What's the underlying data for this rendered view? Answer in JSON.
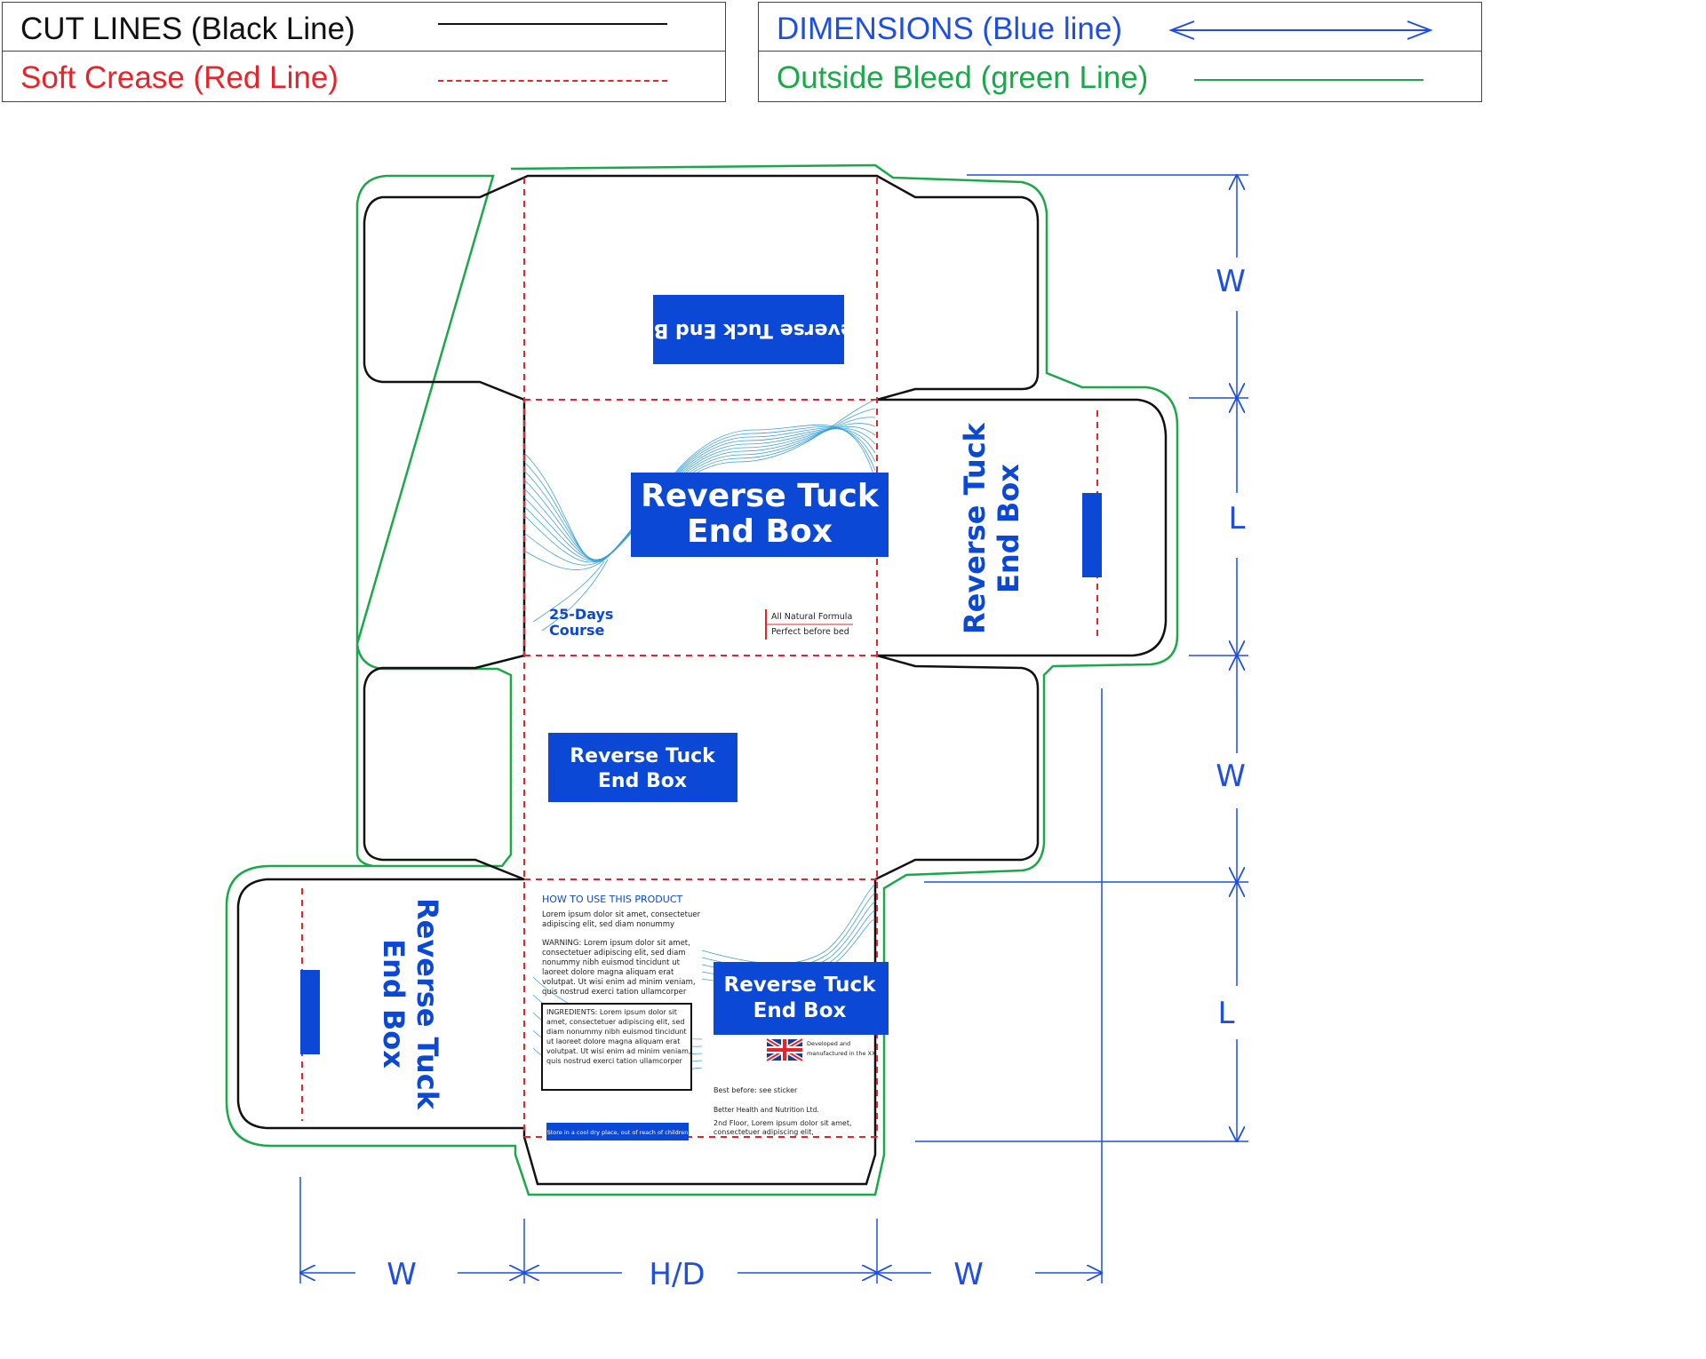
{
  "legend": {
    "cut_lines": "CUT LINES (Black Line)",
    "soft_crease": "Soft Crease (Red Line)",
    "dimensions": "DIMENSIONS (Blue line)",
    "outside_bleed": "Outside Bleed (green Line)"
  },
  "colors": {
    "cut": "#111111",
    "crease": "#e8232a",
    "dimension": "#1f4fe0",
    "bleed": "#1aa84a",
    "brand_blue": "#0b48d6"
  },
  "panels": {
    "top_tuck_title": "Reverse Tuck End Box",
    "front_title_line1": "Reverse Tuck",
    "front_title_line2": "End Box",
    "course_line1": "25-Days",
    "course_line2": "Course",
    "claim_1": "All Natural Formula",
    "claim_2": "Perfect before bed",
    "right_side_line1": "Reverse Tuck",
    "right_side_line2": "End Box",
    "back_line1": "Reverse Tuck",
    "back_line2": "End Box",
    "left_side_line1": "Reverse Tuck",
    "left_side_line2": "End Box",
    "bottom_title_line1": "Reverse Tuck",
    "bottom_title_line2": "End Box",
    "how_to_use": "HOW TO USE THIS PRODUCT",
    "how_to_text_1": "Lorem ipsum dolor sit amet, consectetuer",
    "how_to_text_2": "adipiscing elit, sed diam nonummy",
    "warning_1": "WARNING: Lorem ipsum dolor sit amet,",
    "warning_2": "consectetuer adipiscing elit, sed diam",
    "warning_3": "nonummy nibh euismod tincidunt ut",
    "warning_4": "laoreet dolore magna aliquam erat",
    "warning_5": "volutpat. Ut wisi enim ad minim veniam,",
    "warning_6": "quis nostrud exerci tation ullamcorper",
    "ingredients_1": "INGREDIENTS: Lorem ipsum dolor sit",
    "ingredients_2": "amet, consectetuer adipiscing elit, sed",
    "ingredients_3": "diam nonummy nibh euismod tincidunt",
    "ingredients_4": "ut laoreet dolore magna aliquam erat",
    "ingredients_5": "volutpat. Ut wisi enim ad minim veniam,",
    "ingredients_6": "quis nostrud exerci tation ullamcorper",
    "developed_1": "Developed and",
    "developed_2": "manufactured in the XX",
    "best_before": "Best before: see sticker",
    "company": "Better Health and Nutrition Ltd.",
    "address_1": "2nd Floor, Lorem ipsum dolor sit amet,",
    "address_2": "consectetuer adipiscing elit,",
    "storage": "Store in a cool dry place, out of reach of children"
  },
  "dimensions": {
    "w_top": "W",
    "l_right": "L",
    "w_mid": "W",
    "l_bottom": "L",
    "w_left": "W",
    "hd": "H/D",
    "w_right": "W"
  }
}
